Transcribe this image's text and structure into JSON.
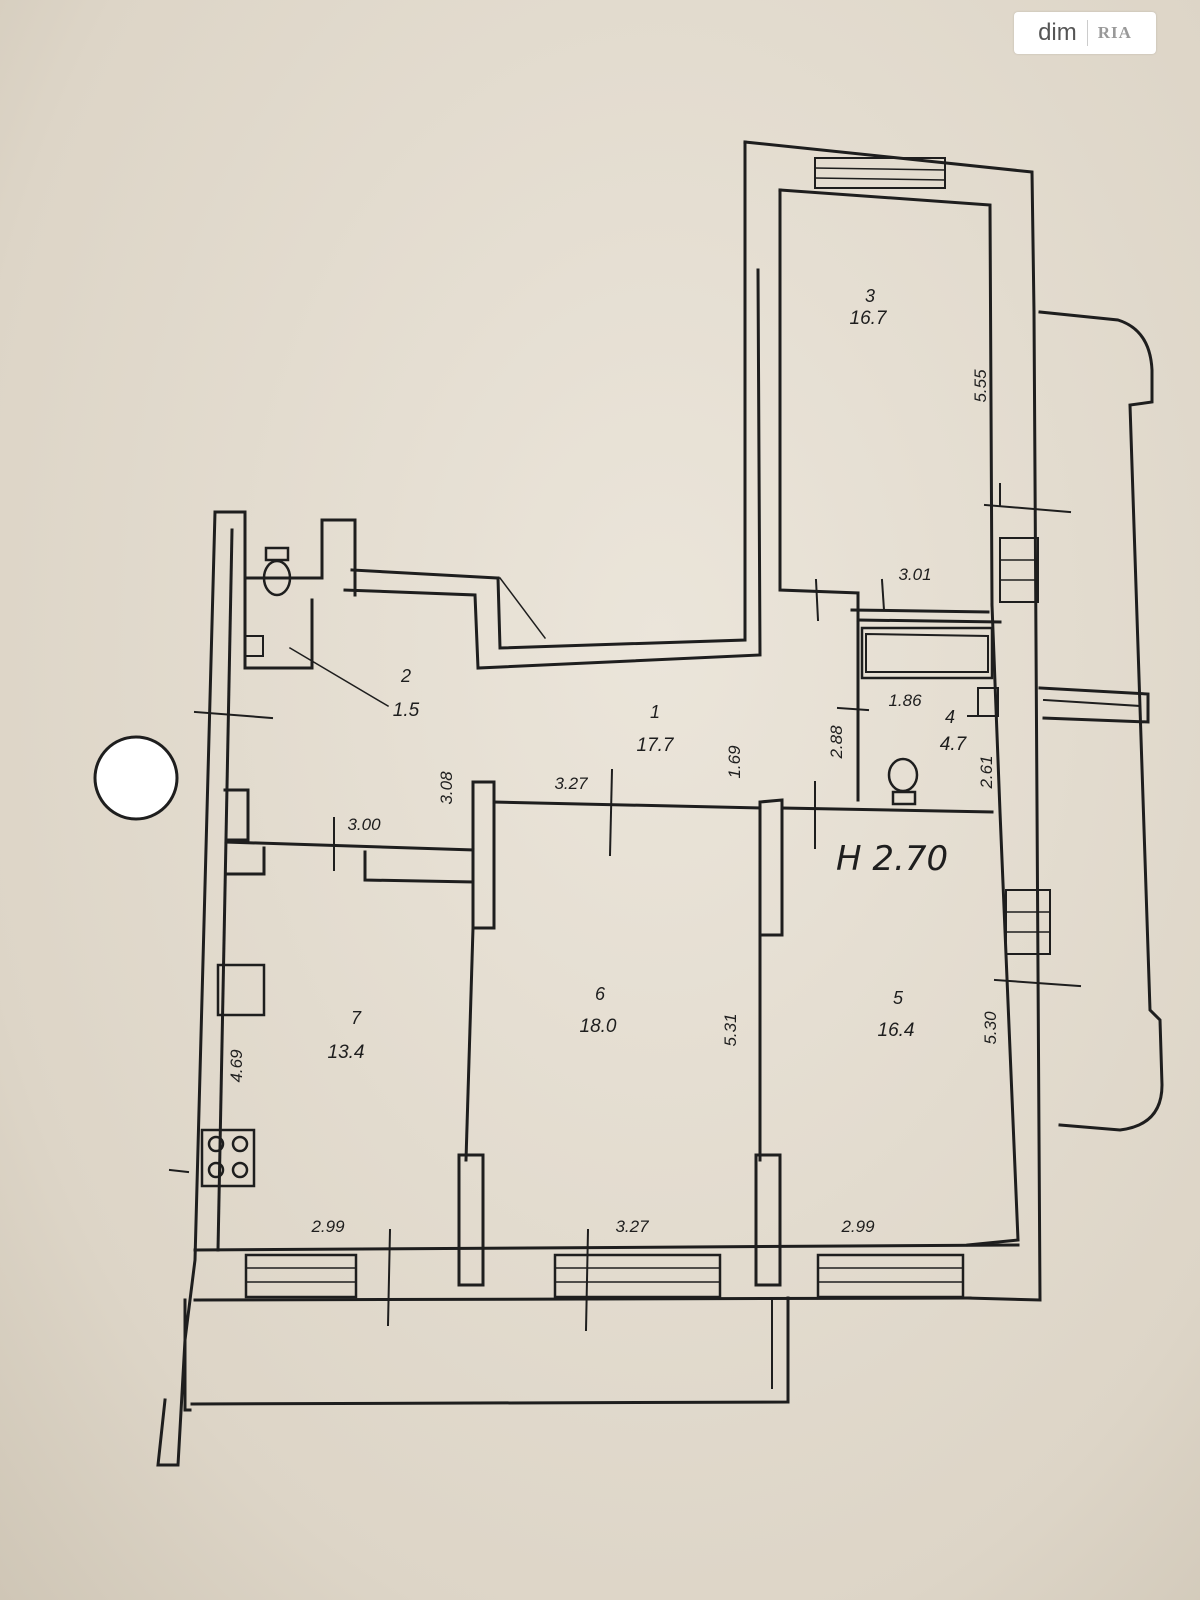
{
  "watermark": {
    "dim": "dim",
    "ria": "RIA"
  },
  "rooms": [
    {
      "number": "1",
      "area": "17.7"
    },
    {
      "number": "2",
      "area": "1.5"
    },
    {
      "number": "3",
      "area": "16.7"
    },
    {
      "number": "4",
      "area": "4.7"
    },
    {
      "number": "5",
      "area": "16.4"
    },
    {
      "number": "6",
      "area": "18.0"
    },
    {
      "number": "7",
      "area": "13.4"
    }
  ],
  "dimensions": {
    "r3_length": "5.55",
    "r3_width": "3.01",
    "bath_width": "1.86",
    "bath_length": "2.88",
    "wc_length": "2.61",
    "hall_depth": "3.08",
    "hall_width": "3.27",
    "hall_narrow": "1.69",
    "kitchen_top": "3.00",
    "kitchen_length": "4.69",
    "kitchen_bottom": "2.99",
    "r6_length": "5.31",
    "r6_bottom": "3.27",
    "r5_length": "5.30",
    "r5_bottom": "2.99"
  },
  "ceiling_height": "H 2.70"
}
